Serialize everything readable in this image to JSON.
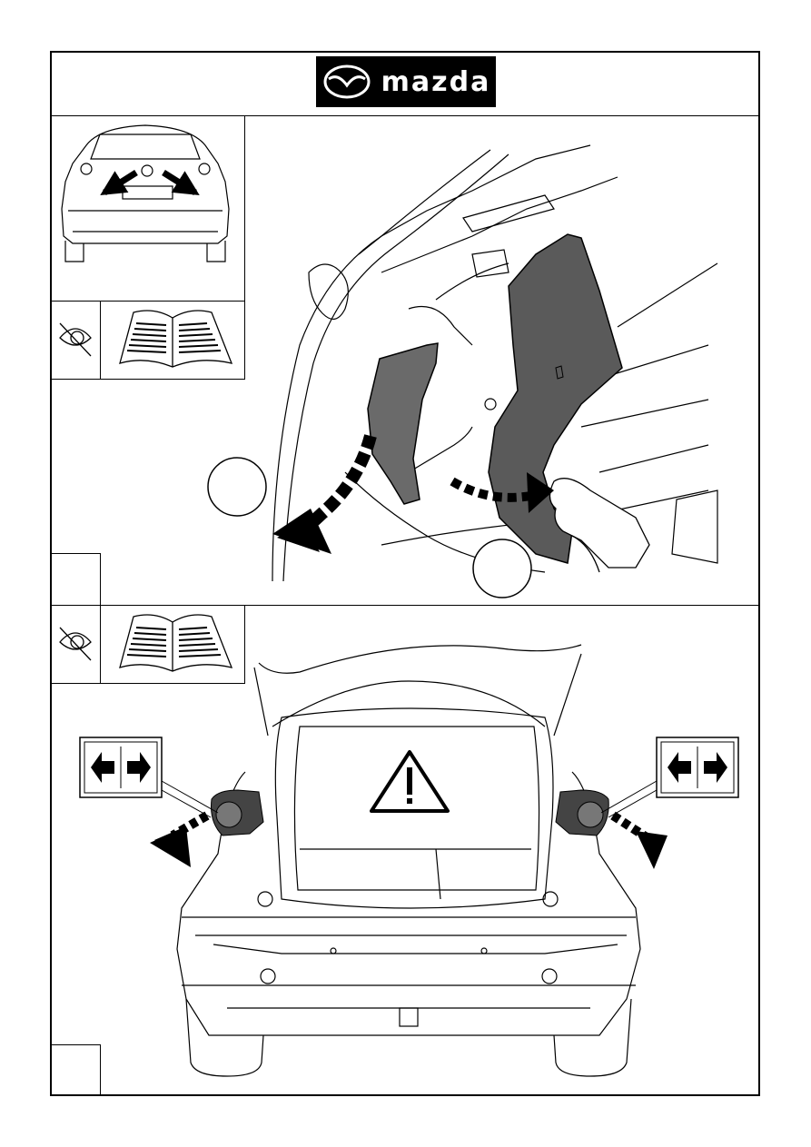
{
  "header": {
    "brand": "mazda"
  },
  "steps": [
    {
      "id": "step-1",
      "number": ""
    },
    {
      "id": "step-2",
      "number": ""
    }
  ],
  "callouts": [
    {
      "id": "callout-a",
      "label": ""
    },
    {
      "id": "callout-b",
      "label": ""
    }
  ],
  "icons": [
    "eye-icon",
    "manual-book-icon",
    "warning-triangle-icon",
    "left-right-arrows-icon",
    "pull-arrow-icon"
  ],
  "colors": {
    "ink": "#000000",
    "panel_fill": "#555555",
    "paper": "#ffffff"
  }
}
